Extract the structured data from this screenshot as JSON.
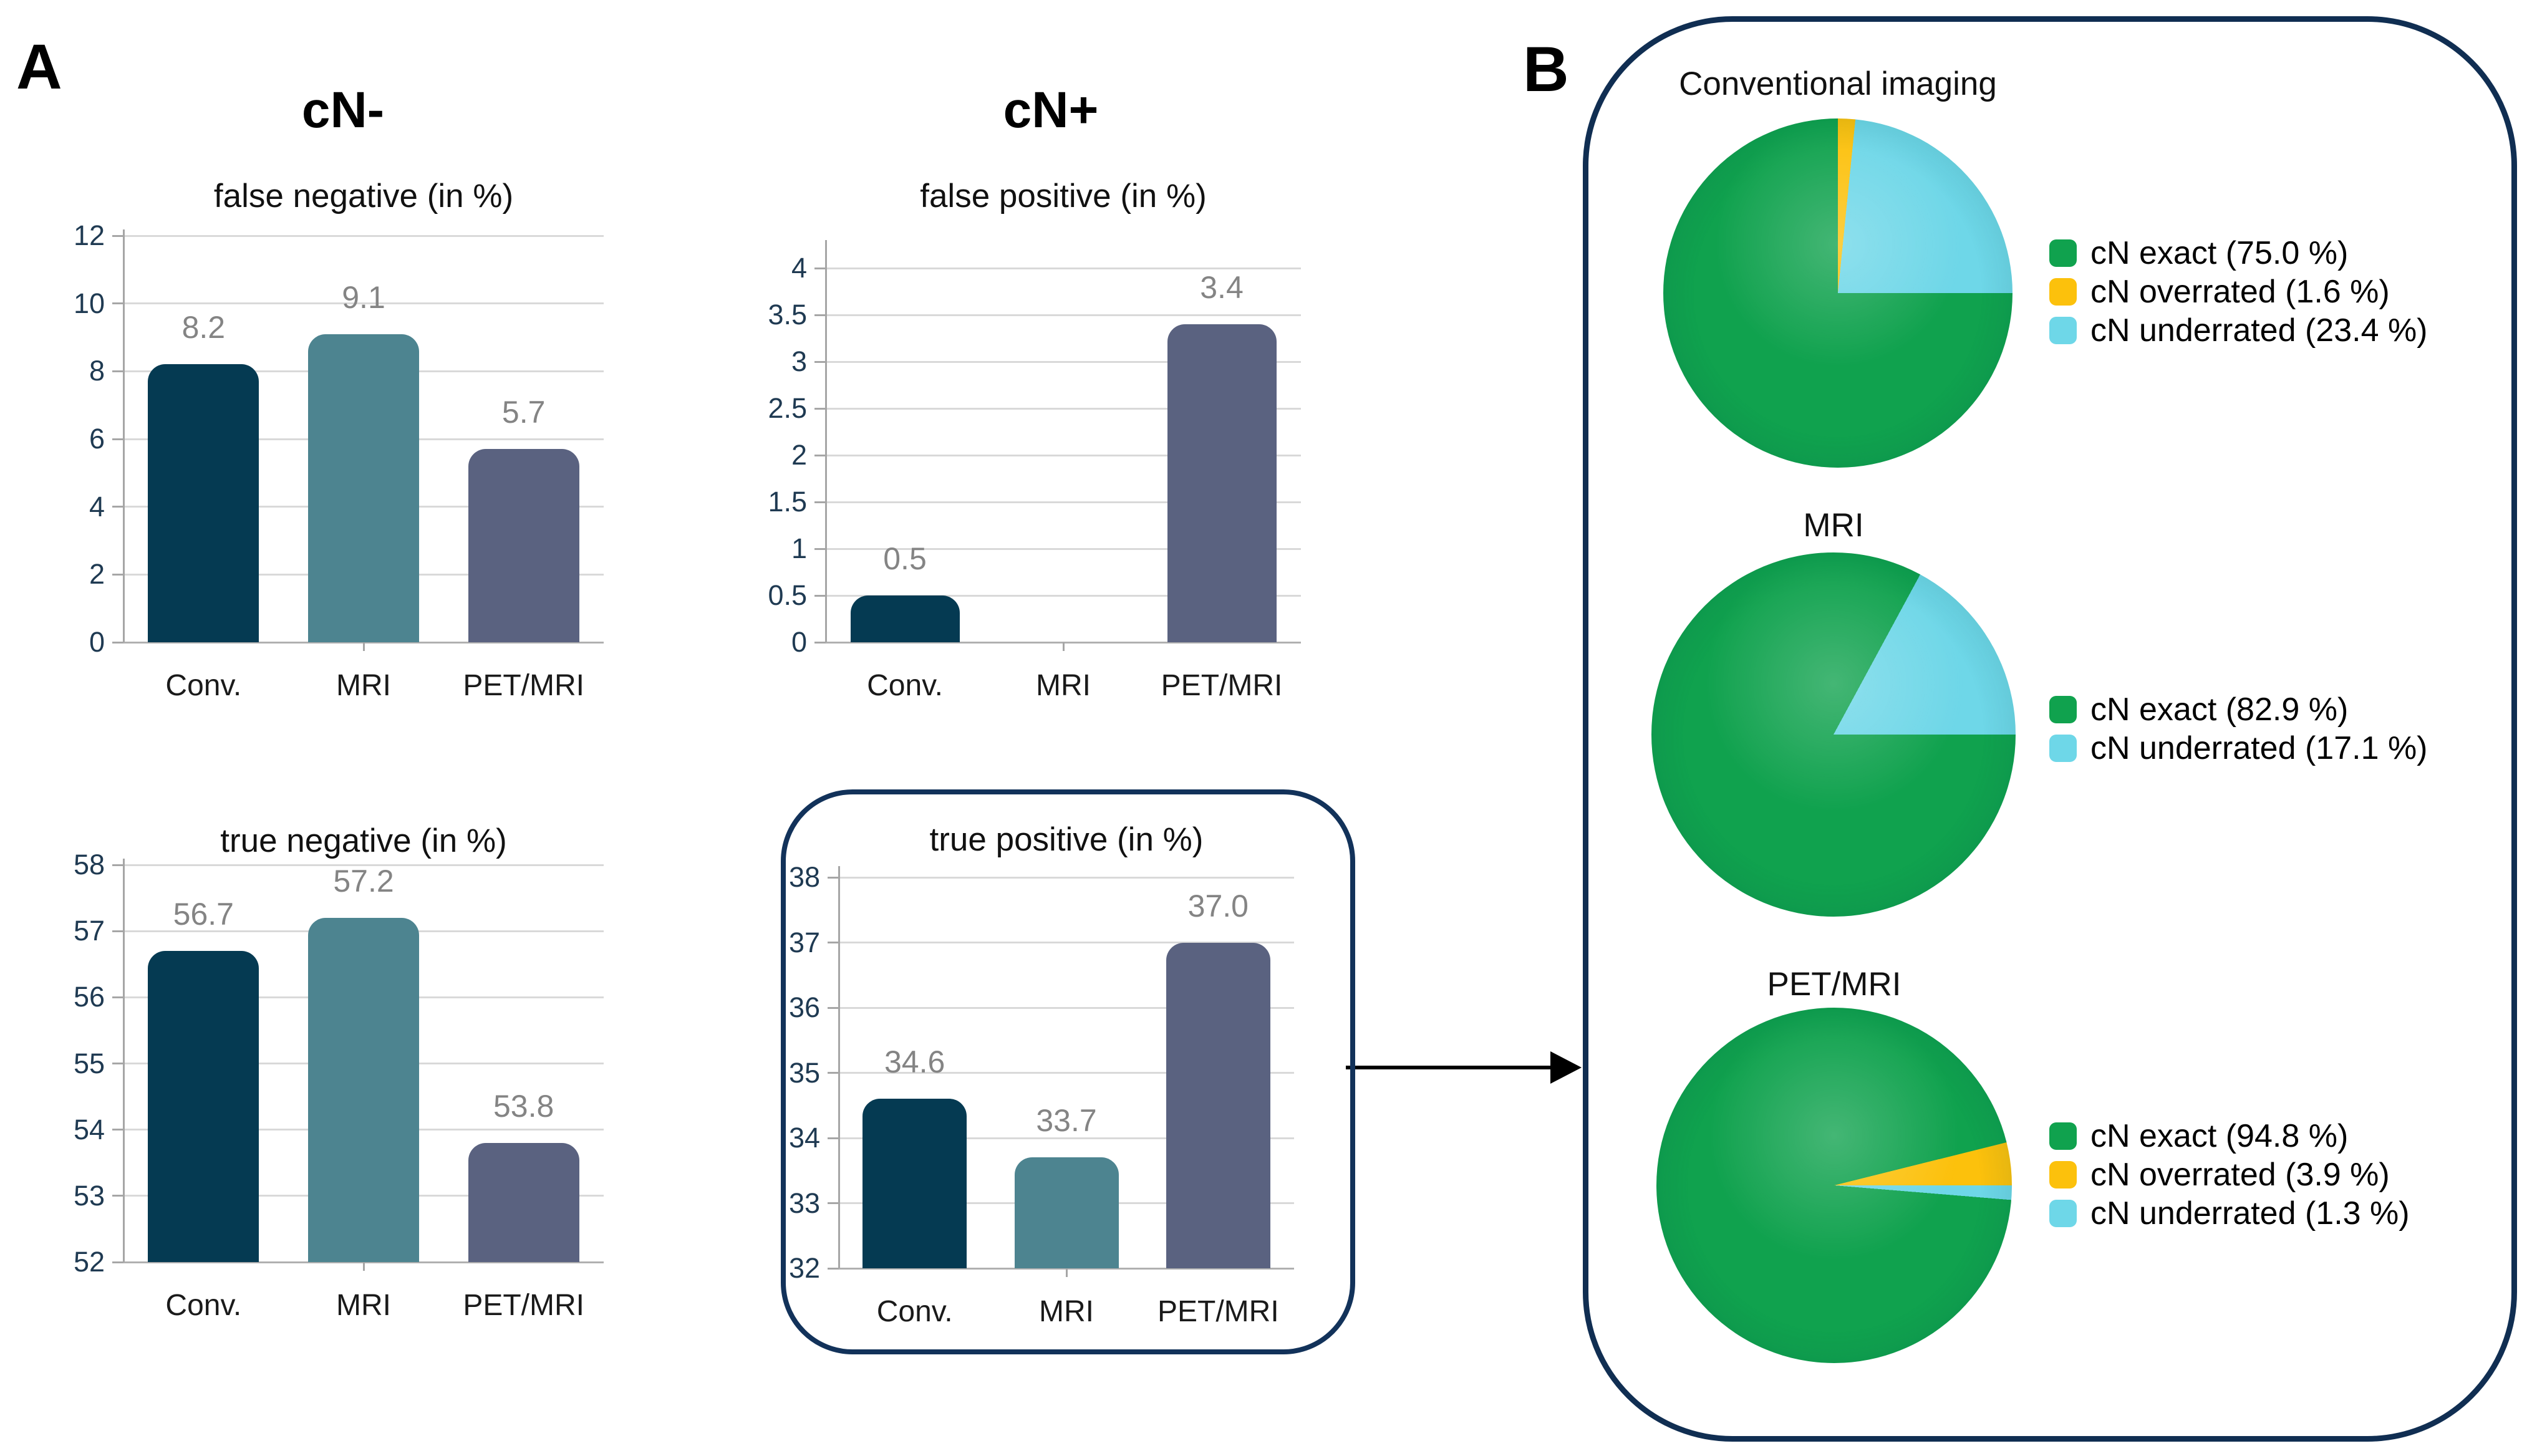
{
  "panel_a": {
    "label": "A",
    "group_titles": [
      "cN-",
      "cN+"
    ]
  },
  "panel_b": {
    "label": "B"
  },
  "colors": {
    "bar_conv": "#053a52",
    "bar_mri": "#4d8490",
    "bar_petmri": "#5a6280",
    "grid": "#d9d9d9",
    "tick_label": "#1f3a52",
    "value_label": "#848484",
    "frame_navy": "#102e52",
    "arrow": "#000000",
    "pie_green": "#10a24e",
    "pie_yellow": "#fcc10c",
    "pie_cyan": "#6ed7e8"
  },
  "chart_data": [
    {
      "id": "false_negative",
      "type": "bar",
      "group": "cN-",
      "title": "false negative (in %)",
      "categories": [
        "Conv.",
        "MRI",
        "PET/MRI"
      ],
      "values": [
        8.2,
        9.1,
        5.7
      ],
      "value_labels": [
        "8.2",
        "9.1",
        "5.7"
      ],
      "bar_color_keys": [
        "bar_conv",
        "bar_mri",
        "bar_petmri"
      ],
      "ylim": [
        0,
        12
      ],
      "yticks": [
        "0",
        "2",
        "4",
        "6",
        "8",
        "10",
        "12"
      ],
      "grid": true
    },
    {
      "id": "true_negative",
      "type": "bar",
      "group": "cN-",
      "title": "true negative (in %)",
      "categories": [
        "Conv.",
        "MRI",
        "PET/MRI"
      ],
      "values": [
        56.7,
        57.2,
        53.8
      ],
      "value_labels": [
        "56.7",
        "57.2",
        "53.8"
      ],
      "bar_color_keys": [
        "bar_conv",
        "bar_mri",
        "bar_petmri"
      ],
      "ylim": [
        52,
        58
      ],
      "yticks": [
        "52",
        "53",
        "54",
        "55",
        "56",
        "57",
        "58"
      ],
      "grid": true
    },
    {
      "id": "false_positive",
      "type": "bar",
      "group": "cN+",
      "title": "false positive (in %)",
      "categories": [
        "Conv.",
        "MRI",
        "PET/MRI"
      ],
      "values": [
        0.5,
        0,
        3.4
      ],
      "value_labels": [
        "0.5",
        "",
        "3.4"
      ],
      "bar_color_keys": [
        "bar_conv",
        "bar_mri",
        "bar_petmri"
      ],
      "ylim": [
        0,
        4
      ],
      "yticks": [
        "0",
        "0.5",
        "1",
        "1.5",
        "2",
        "2.5",
        "3",
        "3.5",
        "4"
      ],
      "grid": true
    },
    {
      "id": "true_positive",
      "type": "bar",
      "group": "cN+",
      "title": "true positive (in %)",
      "categories": [
        "Conv.",
        "MRI",
        "PET/MRI"
      ],
      "values": [
        34.6,
        33.7,
        37.0
      ],
      "value_labels": [
        "34.6",
        "33.7",
        "37.0"
      ],
      "bar_color_keys": [
        "bar_conv",
        "bar_mri",
        "bar_petmri"
      ],
      "ylim": [
        32,
        38
      ],
      "yticks": [
        "32",
        "33",
        "34",
        "35",
        "36",
        "37",
        "38"
      ],
      "grid": true,
      "boxed": true
    },
    {
      "id": "pie_conventional",
      "type": "pie",
      "title": "Conventional imaging",
      "rotate_deg": 90,
      "legend_position": "right",
      "slices": [
        {
          "name": "cN exact",
          "value": 75.0,
          "color_key": "pie_green",
          "legend": "cN exact (75.0 %)"
        },
        {
          "name": "cN overrated",
          "value": 1.6,
          "color_key": "pie_yellow",
          "legend": "cN overrated (1.6 %)"
        },
        {
          "name": "cN underrated",
          "value": 23.4,
          "color_key": "pie_cyan",
          "legend": "cN underrated (23.4 %)"
        }
      ]
    },
    {
      "id": "pie_mri",
      "type": "pie",
      "title": "MRI",
      "rotate_deg": 90,
      "legend_position": "right",
      "slices": [
        {
          "name": "cN exact",
          "value": 82.9,
          "color_key": "pie_green",
          "legend": "cN exact (82.9 %)"
        },
        {
          "name": "cN underrated",
          "value": 17.1,
          "color_key": "pie_cyan",
          "legend": "cN underrated (17.1 %)"
        }
      ]
    },
    {
      "id": "pie_petmri",
      "type": "pie",
      "title": "PET/MRI",
      "rotate_deg": 94.7,
      "legend_position": "right",
      "slices": [
        {
          "name": "cN exact",
          "value": 94.8,
          "color_key": "pie_green",
          "legend": "cN exact (94.8 %)"
        },
        {
          "name": "cN overrated",
          "value": 3.9,
          "color_key": "pie_yellow",
          "legend": "cN overrated (3.9 %)"
        },
        {
          "name": "cN underrated",
          "value": 1.3,
          "color_key": "pie_cyan",
          "legend": "cN underrated (1.3 %)"
        }
      ]
    }
  ]
}
